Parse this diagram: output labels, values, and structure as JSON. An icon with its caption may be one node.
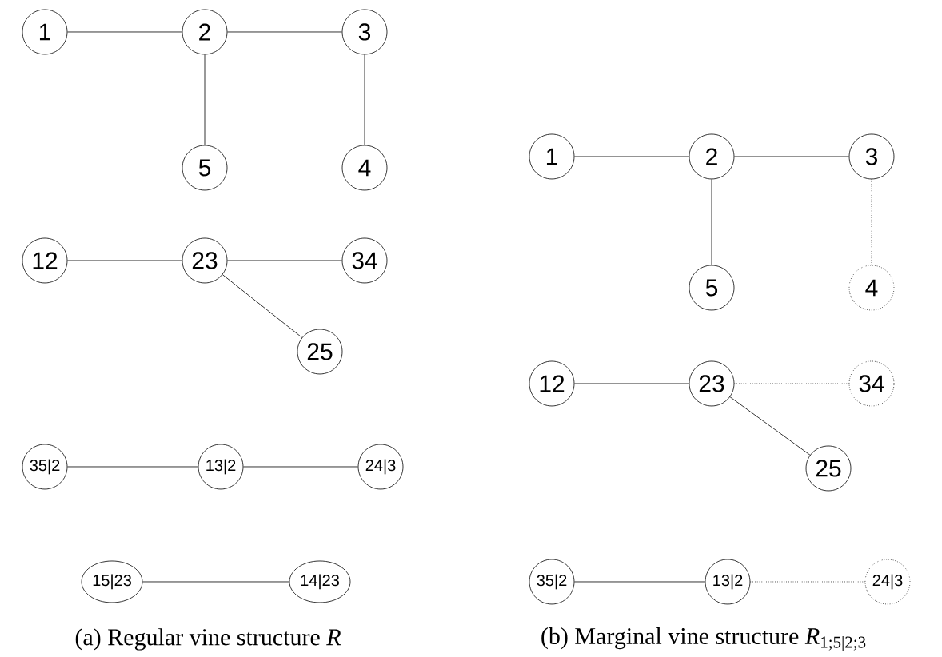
{
  "diagram": {
    "nodes": [
      {
        "text": [
          "1"
        ]
      },
      {
        "text": [
          "2"
        ]
      },
      {
        "text": [
          "3"
        ]
      },
      {
        "text": [
          "5"
        ]
      },
      {
        "text": [
          "4"
        ]
      },
      {
        "text": [
          "12"
        ]
      },
      {
        "text": [
          "23"
        ]
      },
      {
        "text": [
          "34"
        ]
      },
      {
        "text": [
          "25"
        ]
      },
      {
        "text": [
          "35|2"
        ]
      },
      {
        "text": [
          "13|2"
        ]
      },
      {
        "text": [
          "24|3"
        ]
      },
      {
        "text": [
          "15|23"
        ]
      },
      {
        "text": [
          "14|23"
        ]
      },
      {
        "text": [
          "1"
        ]
      },
      {
        "text": [
          "2"
        ]
      },
      {
        "text": [
          "3"
        ]
      },
      {
        "text": [
          "5"
        ]
      },
      {
        "text": [
          "4"
        ]
      },
      {
        "text": [
          "12"
        ]
      },
      {
        "text": [
          "23"
        ]
      },
      {
        "text": [
          "34"
        ]
      },
      {
        "text": [
          "25"
        ]
      },
      {
        "text": [
          "35|2"
        ]
      },
      {
        "text": [
          "13|2"
        ]
      },
      {
        "text": [
          "24|3"
        ]
      }
    ],
    "edges": [
      {
        "from": 0,
        "to": 1,
        "arrow": "none"
      },
      {
        "from": 1,
        "to": 2,
        "arrow": "none"
      },
      {
        "from": 1,
        "to": 3,
        "arrow": "none"
      },
      {
        "from": 2,
        "to": 4,
        "arrow": "none"
      },
      {
        "from": 5,
        "to": 6,
        "arrow": "none"
      },
      {
        "from": 6,
        "to": 7,
        "arrow": "none"
      },
      {
        "from": 6,
        "to": 8,
        "arrow": "none"
      },
      {
        "from": 9,
        "to": 10,
        "arrow": "none"
      },
      {
        "from": 10,
        "to": 11,
        "arrow": "none"
      },
      {
        "from": 12,
        "to": 13,
        "arrow": "none"
      },
      {
        "from": 14,
        "to": 15,
        "arrow": "none"
      },
      {
        "from": 15,
        "to": 16,
        "arrow": "none"
      },
      {
        "from": 15,
        "to": 17,
        "arrow": "none"
      },
      {
        "from": 16,
        "to": 18,
        "arrow": "none",
        "style": "dashed"
      },
      {
        "from": 19,
        "to": 20,
        "arrow": "none"
      },
      {
        "from": 20,
        "to": 21,
        "arrow": "none",
        "style": "dashed"
      },
      {
        "from": 20,
        "to": 22,
        "arrow": "none"
      },
      {
        "from": 23,
        "to": 24,
        "arrow": "none"
      },
      {
        "from": 24,
        "to": 25,
        "arrow": "none",
        "style": "dashed"
      }
    ],
    "labels": [
      "(a) Regular vine structure *R*",
      "(b) Marginal vine structure *R*$_{1;5|2;3}$"
    ]
  }
}
